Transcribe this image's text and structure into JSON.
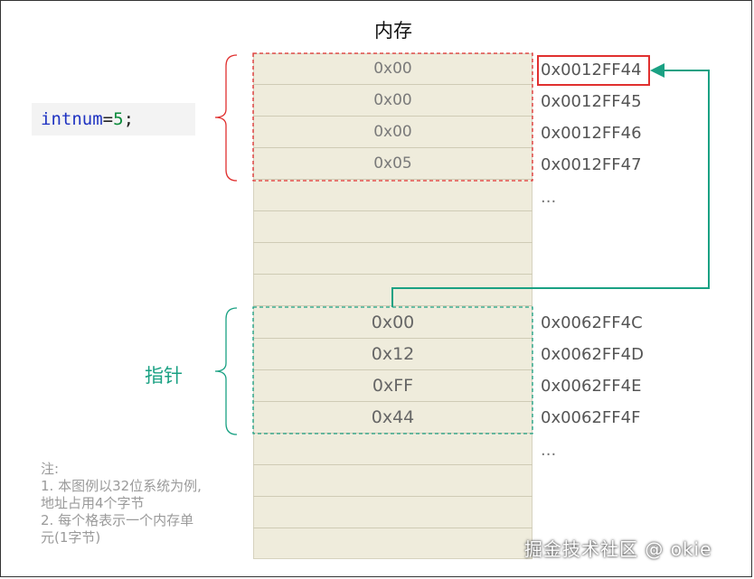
{
  "title": "内存",
  "code": {
    "keyword": "int",
    "ident": "num",
    "op": "=",
    "value": "5",
    "end": ";"
  },
  "pointer_label": "指针",
  "top_block": {
    "values": [
      "0x00",
      "0x00",
      "0x00",
      "0x05"
    ],
    "addresses": [
      "0x0012FF44",
      "0x0012FF45",
      "0x0012FF46",
      "0x0012FF47"
    ]
  },
  "bottom_block": {
    "values": [
      "0x00",
      "0x12",
      "0xFF",
      "0x44"
    ],
    "addresses": [
      "0x0062FF4C",
      "0x0062FF4D",
      "0x0062FF4E",
      "0x0062FF4F"
    ]
  },
  "ellipsis": "...",
  "note": {
    "lines": [
      "注:",
      "1. 本图例以32位系统为例,",
      "地址占用4个字节",
      "2. 每个格表示一个内存单",
      "元(1字节)"
    ]
  },
  "watermark": "掘金技术社区 @ okie",
  "colors": {
    "red": "#e0302f",
    "teal": "#1aa183",
    "memory": "#efecdc"
  }
}
